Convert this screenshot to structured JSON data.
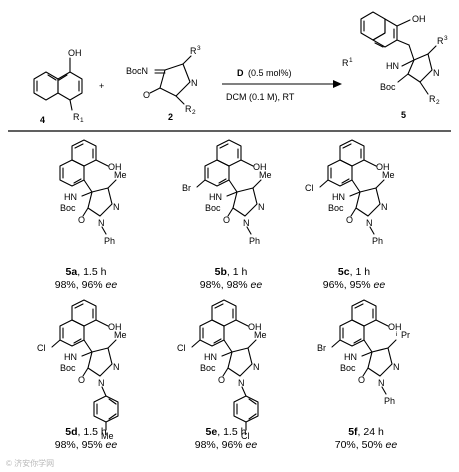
{
  "header": {
    "naphthol": {
      "id": "4",
      "oh": "OH",
      "r1": "R",
      "r1_sup": "1"
    },
    "plus": "+",
    "pyrazolone": {
      "id": "2",
      "boc_n": "BocN",
      "r3": "R",
      "r3_sup": "3",
      "r2": "R",
      "r2_sup": "2",
      "o": "O",
      "n": "N"
    },
    "conditions": {
      "catalyst": "D",
      "loading": "(0.5 mol%)",
      "solvent_line": "DCM (0.1 M), RT"
    },
    "product": {
      "id": "5",
      "oh": "OH",
      "r1": "R",
      "r1_sup": "1",
      "r3": "R",
      "r3_sup": "3",
      "r2": "R",
      "r2_sup": "2",
      "hn": "HN",
      "boc": "Boc",
      "n": "N"
    }
  },
  "entries": [
    {
      "id": "5a",
      "time": "1.5 h",
      "yield": "98%",
      "ee": "96%",
      "ee_unit": "ee",
      "sub": "",
      "r3": "Me",
      "aryl": "Ph",
      "aryl_sub": ""
    },
    {
      "id": "5b",
      "time": "1 h",
      "yield": "98%",
      "ee": "98%",
      "ee_unit": "ee",
      "sub": "Br",
      "r3": "Me",
      "aryl": "Ph",
      "aryl_sub": ""
    },
    {
      "id": "5c",
      "time": "1 h",
      "yield": "96%",
      "ee": "95%",
      "ee_unit": "ee",
      "sub": "Cl",
      "r3": "Me",
      "aryl": "Ph",
      "aryl_sub": ""
    },
    {
      "id": "5d",
      "time": "1.5 h",
      "yield": "98%",
      "ee": "95%",
      "ee_unit": "ee",
      "sub": "Cl",
      "r3": "Me",
      "aryl": "",
      "aryl_sub": "Me"
    },
    {
      "id": "5e",
      "time": "1.5 h",
      "yield": "98%",
      "ee": "96%",
      "ee_unit": "ee",
      "sub": "Cl",
      "r3": "Me",
      "aryl": "",
      "aryl_sub": "Cl"
    },
    {
      "id": "5f",
      "time": "24 h",
      "yield": "70%",
      "ee": "50%",
      "ee_unit": "ee",
      "sub": "Br",
      "r3": "Pr",
      "r3_prefix": "i",
      "aryl": "Ph",
      "aryl_sub": ""
    }
  ],
  "common_labels": {
    "oh": "OH",
    "hn": "HN",
    "boc": "Boc",
    "o": "O",
    "n": "N"
  },
  "watermark": "© 济安你学网"
}
